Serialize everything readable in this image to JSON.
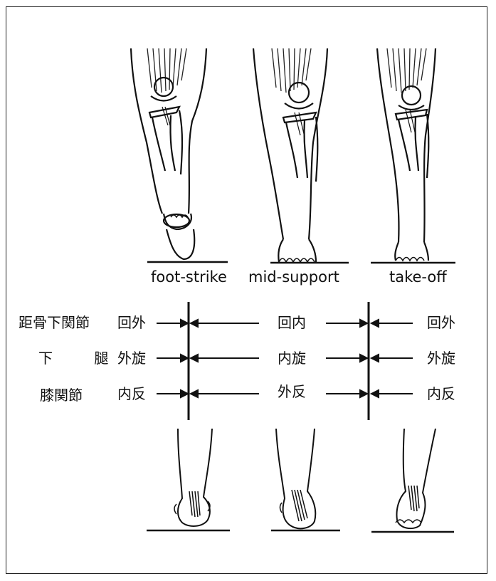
{
  "phases": [
    "foot-strike",
    "mid-support",
    "take-off"
  ],
  "rows": [
    {
      "label": "距骨下関節",
      "foot_strike": "回外",
      "mid_support": "回内",
      "take_off": "回外"
    },
    {
      "label": "下 腿",
      "foot_strike": "外旋",
      "mid_support": "内旋",
      "take_off": "外旋"
    },
    {
      "label": "膝関節",
      "foot_strike": "内反",
      "mid_support": "外反",
      "take_off": "内反"
    }
  ]
}
